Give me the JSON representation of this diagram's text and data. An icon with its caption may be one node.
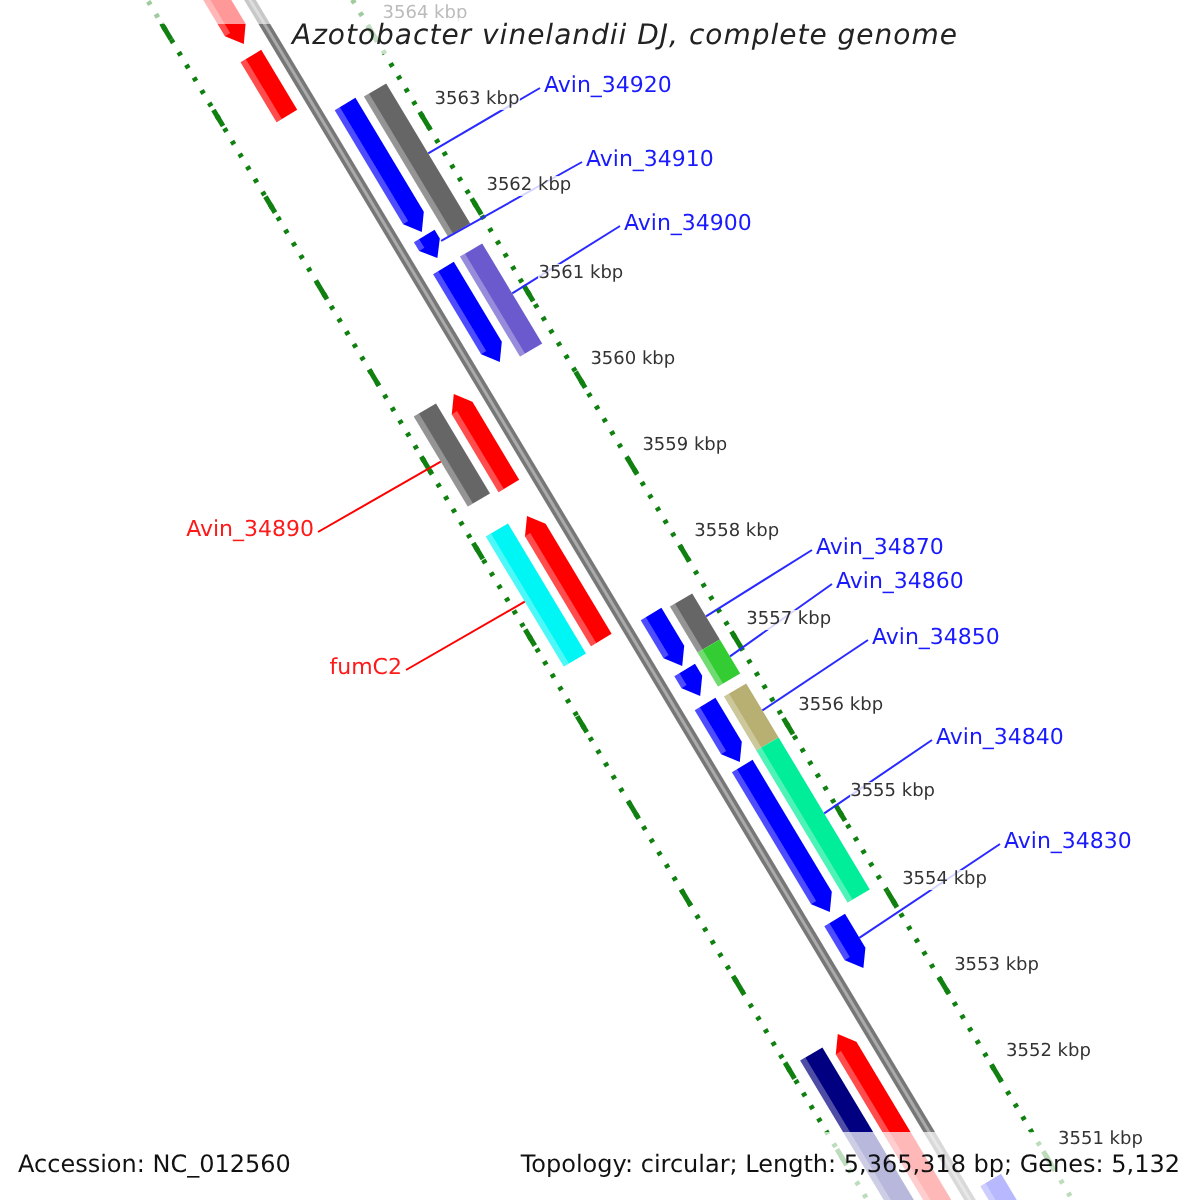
{
  "diagram": {
    "title": "Azotobacter vinelandii DJ, complete genome",
    "nodes": [
      {
        "text": [
          "Avin_34920"
        ]
      },
      {
        "text": [],
        "shape": "bar"
      },
      {
        "text": [
          "Avin_34910"
        ]
      },
      {
        "text": [],
        "shape": "bar"
      },
      {
        "text": [
          "Avin_34900"
        ]
      },
      {
        "text": [],
        "shape": "bar"
      },
      {
        "text": [
          "Avin_34890"
        ]
      },
      {
        "text": [],
        "shape": "bar"
      },
      {
        "text": [
          "fumC2"
        ]
      },
      {
        "text": [],
        "shape": "bar"
      },
      {
        "text": [
          "Avin_34870"
        ]
      },
      {
        "text": [],
        "shape": "bar"
      },
      {
        "text": [
          "Avin_34860"
        ]
      },
      {
        "text": [],
        "shape": "bar"
      },
      {
        "text": [
          "Avin_34850"
        ]
      },
      {
        "text": [],
        "shape": "bar"
      },
      {
        "text": [
          "Avin_34840"
        ]
      },
      {
        "text": [],
        "shape": "bar"
      },
      {
        "text": [
          "Avin_34830"
        ]
      },
      {
        "text": [],
        "shape": "bar"
      },
      {
        "text": [],
        "shape": "bar"
      },
      {
        "text": [],
        "shape": "bar"
      },
      {
        "text": [],
        "shape": "bar"
      },
      {
        "text": [],
        "shape": "bar"
      },
      {
        "text": [],
        "shape": "bar"
      },
      {
        "text": [],
        "shape": "bar"
      },
      {
        "text": [],
        "shape": "bar"
      },
      {
        "text": [],
        "shape": "bar"
      },
      {
        "text": [],
        "shape": "bar"
      },
      {
        "text": [],
        "shape": "bar"
      },
      {
        "text": [],
        "shape": "bar"
      },
      {
        "text": [],
        "shape": "bar"
      },
      {
        "text": [],
        "shape": "bar"
      }
    ],
    "edges": [
      {
        "from": 0,
        "to": 1,
        "arrow": "none"
      },
      {
        "from": 2,
        "to": 3,
        "arrow": "none"
      },
      {
        "from": 4,
        "to": 5,
        "arrow": "none"
      },
      {
        "from": 6,
        "to": 7,
        "arrow": "none",
        "color": "#ff0000"
      },
      {
        "from": 8,
        "to": 9,
        "arrow": "none",
        "color": "#ff0000"
      },
      {
        "from": 10,
        "to": 11,
        "arrow": "none"
      },
      {
        "from": 12,
        "to": 13,
        "arrow": "none"
      },
      {
        "from": 14,
        "to": 15,
        "arrow": "none"
      },
      {
        "from": 16,
        "to": 17,
        "arrow": "none"
      },
      {
        "from": 18,
        "to": 19,
        "arrow": "none"
      }
    ],
    "labels": [
      "3564 kbp",
      "3563 kbp",
      "3562 kbp",
      "3561 kbp",
      "3560 kbp",
      "3559 kbp",
      "3558 kbp",
      "3557 kbp",
      "3556 kbp",
      "3555 kbp",
      "3554 kbp",
      "3553 kbp",
      "3552 kbp",
      "3551 kbp",
      "Accession: NC_012560",
      "Topology: circular; Length: 5,365,318 bp; Genes: 5,132"
    ]
  }
}
